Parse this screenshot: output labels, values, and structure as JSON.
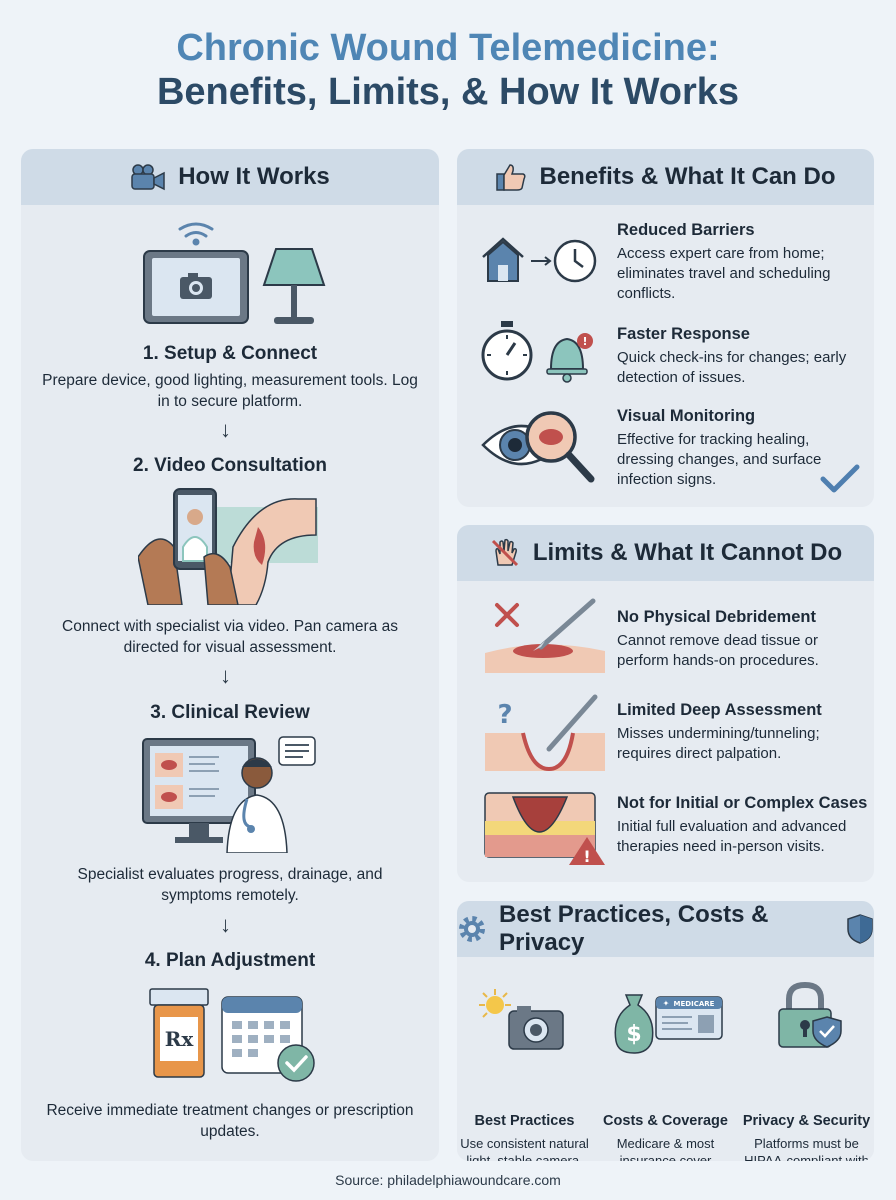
{
  "title": {
    "line1": "Chronic Wound Telemedicine:",
    "line2": "Benefits, Limits, & How It Works"
  },
  "how": {
    "heading": "How It Works",
    "steps": [
      {
        "title": "1. Setup & Connect",
        "text": "Prepare device, good lighting, measurement tools. Log in to secure platform."
      },
      {
        "title": "2. Video Consultation",
        "text": "Connect with specialist via video. Pan camera as directed for visual assessment."
      },
      {
        "title": "3. Clinical Review",
        "text": "Specialist evaluates progress, drainage, and symptoms remotely."
      },
      {
        "title": "4. Plan Adjustment",
        "text": "Receive immediate treatment changes or prescription updates."
      }
    ],
    "arrow": "↓",
    "rx_label": "Rx"
  },
  "benefits": {
    "heading": "Benefits & What It Can Do",
    "items": [
      {
        "title": "Reduced Barriers",
        "text": "Access expert care from home; eliminates travel and scheduling conflicts."
      },
      {
        "title": "Faster Response",
        "text": "Quick check-ins for changes; early detection of issues."
      },
      {
        "title": "Visual Monitoring",
        "text": "Effective for tracking healing, dressing changes, and surface infection signs."
      }
    ]
  },
  "limits": {
    "heading": "Limits & What It Cannot Do",
    "items": [
      {
        "title": "No Physical Debridement",
        "text": "Cannot remove dead tissue or perform hands-on procedures."
      },
      {
        "title": "Limited Deep Assessment",
        "text": "Misses undermining/tunneling; requires direct palpation."
      },
      {
        "title": "Not for Initial or Complex Cases",
        "text": "Initial full evaluation and advanced therapies need in-person visits."
      }
    ]
  },
  "best": {
    "heading": "Best Practices, Costs & Privacy",
    "columns": [
      {
        "title": "Best Practices",
        "text": "Use consistent natural light, stable camera, and document changes."
      },
      {
        "title": "Costs & Coverage",
        "text": "Medicare & most insurance cover telemedicine like in-person visits."
      },
      {
        "title": "Privacy & Security",
        "text": "Platforms must be HIPAA-compliant with end-to-end encryption."
      }
    ],
    "card_label": "MEDICARE"
  },
  "source": "Source: philadelphiawoundcare.com",
  "colors": {
    "title_blue": "#4f86b5",
    "title_dark": "#2c4a66",
    "panel": "#e6ebf1",
    "panel_head": "#cfdbe7",
    "accent_teal": "#8cc5bd",
    "wound_red": "#c0504d",
    "check_blue": "#4f7fb0"
  }
}
